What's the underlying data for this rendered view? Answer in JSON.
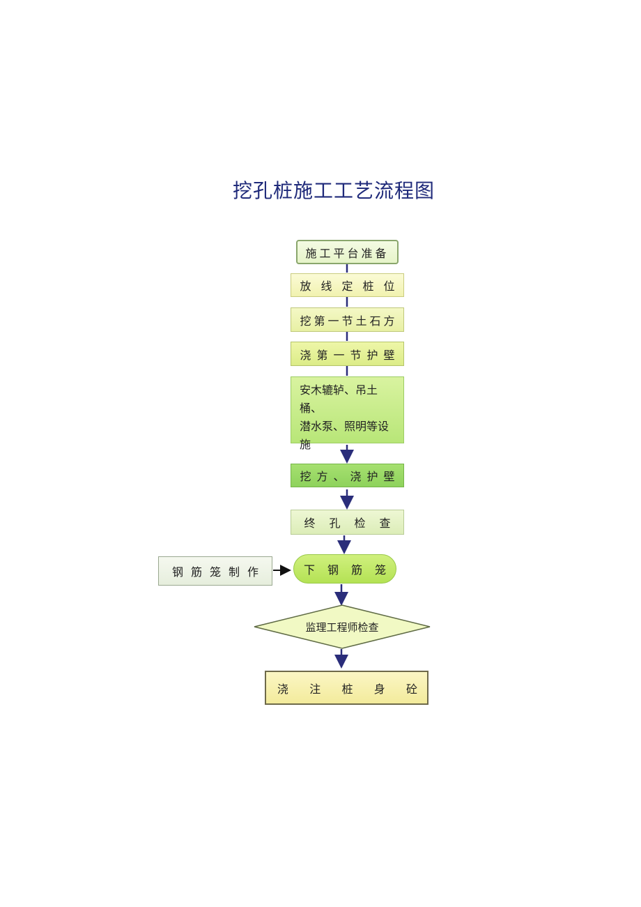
{
  "title": "挖孔桩施工工艺流程图",
  "flow": {
    "prep": "施工平台准备",
    "stake": "放线定桩位",
    "dig_first": "挖第一节土石方",
    "wall_first": "浇第一节护壁",
    "setup_line1": "安木辘轳、吊土桶、",
    "setup_line2": "潜水泵、照明等设施",
    "dig_wall": "挖方、浇护壁",
    "final_check": "终孔检查",
    "lower_cage": "下钢筋笼",
    "make_cage": "钢筋笼制作",
    "supervisor_check": "监理工程师检查",
    "pour_chars": [
      "浇",
      "注",
      "桩",
      "身",
      "砼"
    ]
  },
  "colors": {
    "arrow": "#2a2d7a",
    "diamond_fill": "#f1f9c4",
    "diamond_stroke": "#5f6b45",
    "title": "#1f2a7a"
  }
}
